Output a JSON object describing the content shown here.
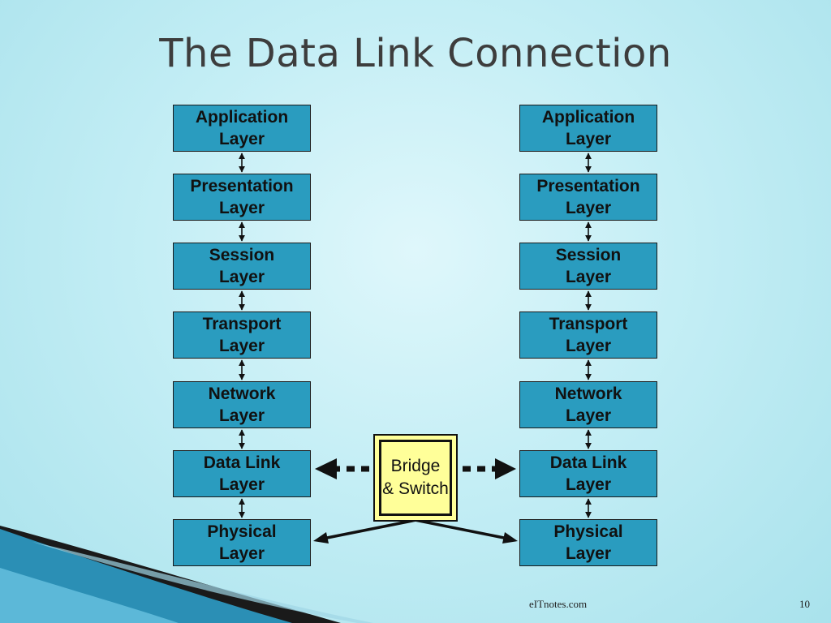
{
  "slide": {
    "title": "The Data Link Connection",
    "footer_source": "eITnotes.com",
    "page_number": "10"
  },
  "diagram": {
    "left_stack": [
      {
        "line1": "Application",
        "line2": "Layer"
      },
      {
        "line1": "Presentation",
        "line2": "Layer"
      },
      {
        "line1": "Session",
        "line2": "Layer"
      },
      {
        "line1": "Transport",
        "line2": "Layer"
      },
      {
        "line1": "Network",
        "line2": "Layer"
      },
      {
        "line1": "Data Link",
        "line2": "Layer"
      },
      {
        "line1": "Physical",
        "line2": "Layer"
      }
    ],
    "right_stack": [
      {
        "line1": "Application",
        "line2": "Layer"
      },
      {
        "line1": "Presentation",
        "line2": "Layer"
      },
      {
        "line1": "Session",
        "line2": "Layer"
      },
      {
        "line1": "Transport",
        "line2": "Layer"
      },
      {
        "line1": "Network",
        "line2": "Layer"
      },
      {
        "line1": "Data Link",
        "line2": "Layer"
      },
      {
        "line1": "Physical",
        "line2": "Layer"
      }
    ],
    "device": {
      "line1": "Bridge",
      "line2": "& Switch"
    },
    "colors": {
      "layer_fill": "#2a9cbf",
      "device_fill": "#ffff99",
      "accent_wave": "#2b8fb5"
    }
  }
}
